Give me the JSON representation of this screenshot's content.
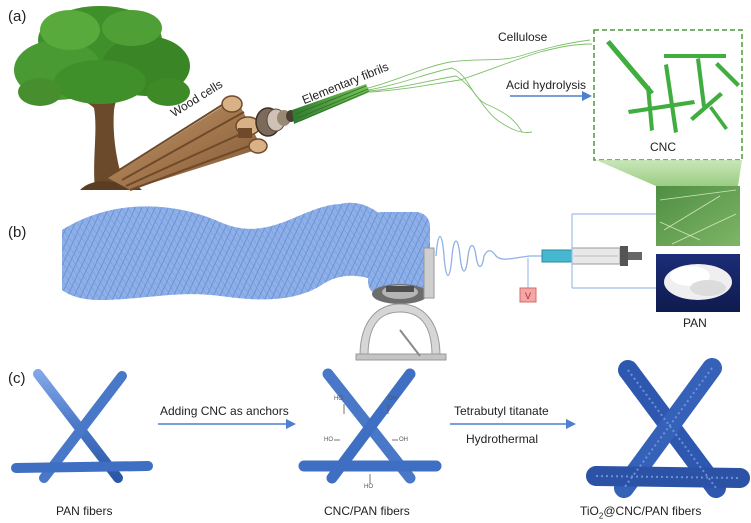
{
  "panels": {
    "a": "(a)",
    "b": "(b)",
    "c": "(c)"
  },
  "panel_a": {
    "wood_cells": "Wood cells",
    "elementary_fibrils": "Elementary fibrils",
    "cellulose": "Cellulose",
    "acid_hydrolysis": "Acid hydrolysis",
    "cnc": "CNC"
  },
  "panel_b": {
    "pan": "PAN"
  },
  "panel_c": {
    "pan_fibers": "PAN fibers",
    "adding_cnc": "Adding CNC as anchors",
    "cnc_pan_fibers": "CNC/PAN fibers",
    "tetrabutyl": "Tetrabutyl titanate",
    "hydrothermal": "Hydrothermal",
    "tio2_prefix": "TiO",
    "tio2_sub": "2",
    "tio2_suffix": "@CNC/PAN fibers",
    "oh_labels": [
      "HO",
      "OH",
      "HO",
      "OH",
      "HO"
    ]
  },
  "colors": {
    "fiber_blue": "#4a78c8",
    "fiber_dark": "#2f5aa8",
    "tio2_blue": "#2e58b0",
    "arrow_blue": "#4f7fd0",
    "cnc_green": "#3fae3f",
    "dashed_green": "#4c9a3a",
    "tree_green": "#3f8f2a",
    "trunk_brown": "#6b4a2b",
    "wood_brown": "#b0855a"
  }
}
